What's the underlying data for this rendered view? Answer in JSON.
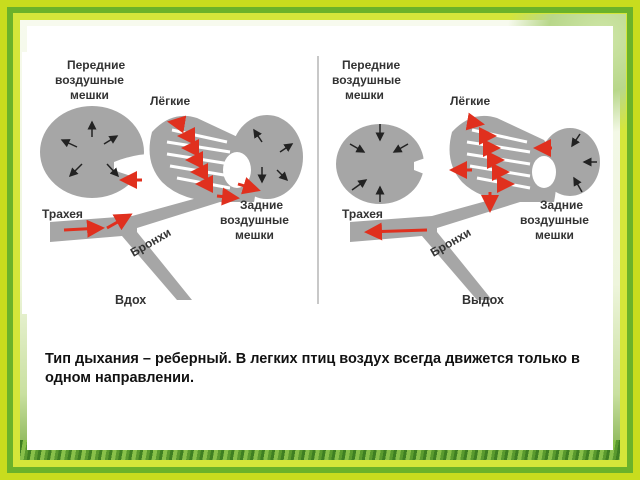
{
  "diagram": {
    "left": {
      "front_sacs": "Передние воздушные мешки",
      "lungs": "Лёгкие",
      "trachea": "Трахея",
      "bronchi": "Бронхи",
      "rear_sacs": "Задние воздушные мешки",
      "phase": "Вдох"
    },
    "right": {
      "front_sacs": "Передние воздушные мешки",
      "lungs": "Лёгкие",
      "trachea": "Трахея",
      "bronchi": "Бронхи",
      "rear_sacs": "Задние воздушные мешки",
      "phase": "Выдох"
    }
  },
  "caption": "Тип дыхания – реберный.  В легких птиц воздух всегда движется только в одном направлении.",
  "colors": {
    "organ": "#a6a6a6",
    "arrow": "#e0301e",
    "frame_yellow": "#d4e63a",
    "frame_green": "#6bb22a"
  }
}
